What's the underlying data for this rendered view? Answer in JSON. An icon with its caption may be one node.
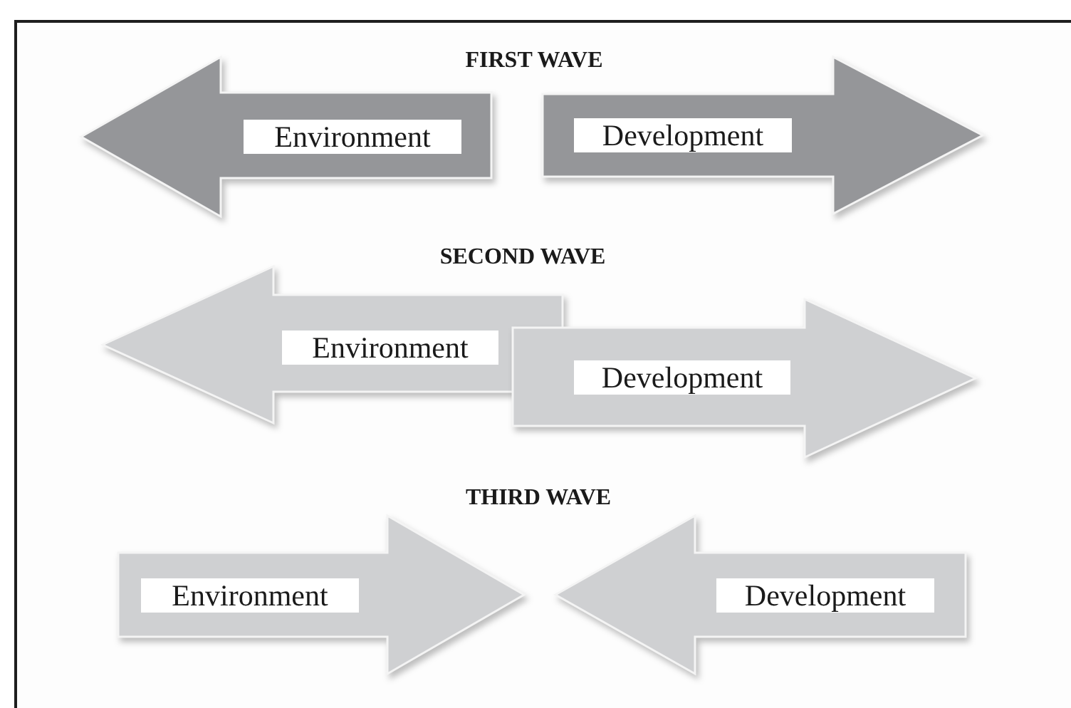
{
  "diagram": {
    "nodes": [
      {
        "text": [
          "Environment"
        ]
      },
      {
        "text": [
          "Development"
        ]
      },
      {
        "text": [
          "Environment"
        ]
      },
      {
        "text": [
          "Development"
        ]
      },
      {
        "text": [
          "Environment"
        ]
      },
      {
        "text": [
          "Development"
        ]
      }
    ],
    "labels": [
      "FIRST WAVE",
      "SECOND WAVE",
      "THIRD WAVE"
    ]
  }
}
